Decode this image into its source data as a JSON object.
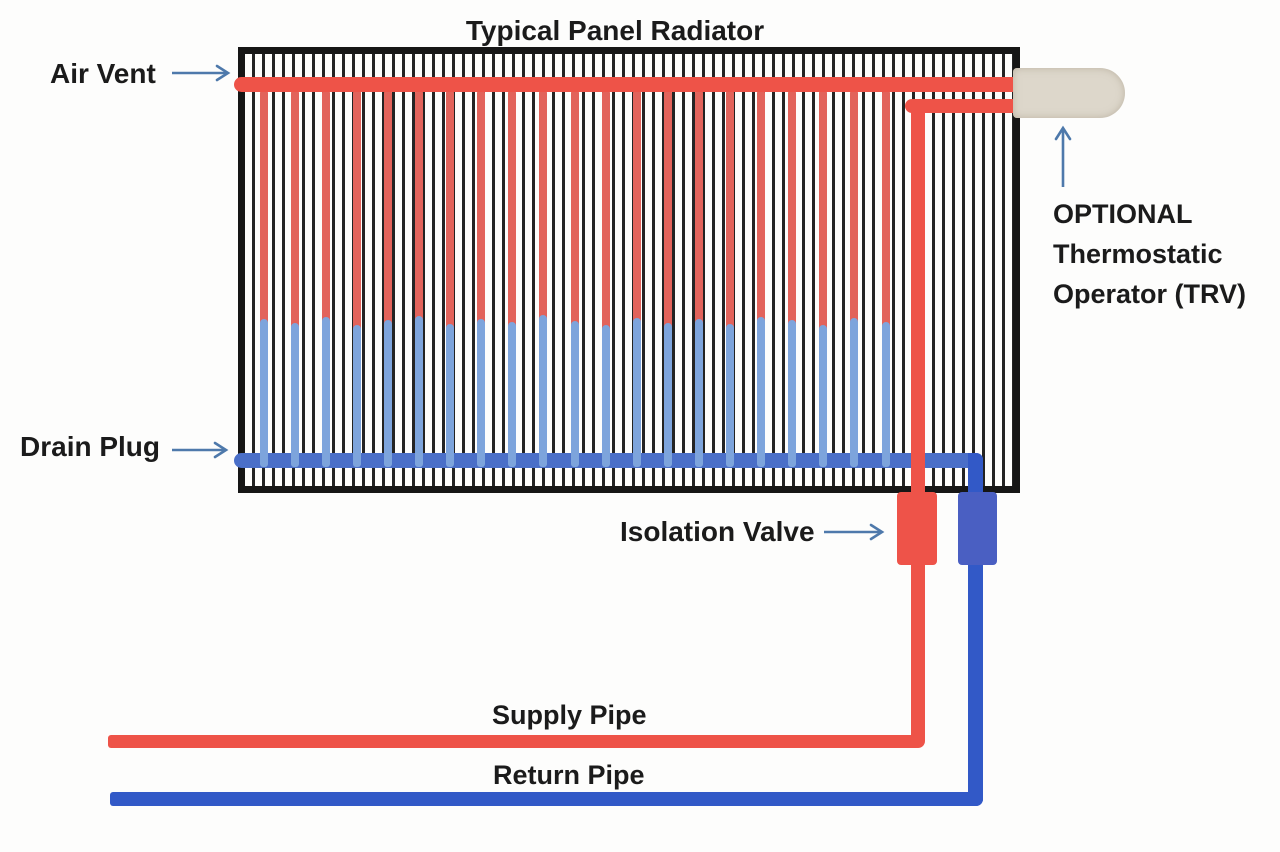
{
  "title": "Typical Panel Radiator",
  "labels": {
    "air_vent": "Air Vent",
    "drain_plug": "Drain Plug",
    "isolation_valve": "Isolation Valve",
    "supply_pipe": "Supply Pipe",
    "return_pipe": "Return Pipe",
    "trv_line1": "OPTIONAL",
    "trv_line2": "Thermostatic",
    "trv_line3": "Operator (TRV)"
  },
  "colors": {
    "hot_red": "#ee5348",
    "tube_red": "#e2635b",
    "tube_blue": "#7da4dc",
    "drain_blue": "#4a6fc8",
    "return_blue": "#3259c7",
    "valve_red": "#ee5349",
    "valve_blue": "#4a5fc2",
    "trv_beige": "#ddd7cb",
    "arrow_blue": "#4e79ab",
    "fin_black": "#232323",
    "text": "#1b1b1b"
  }
}
